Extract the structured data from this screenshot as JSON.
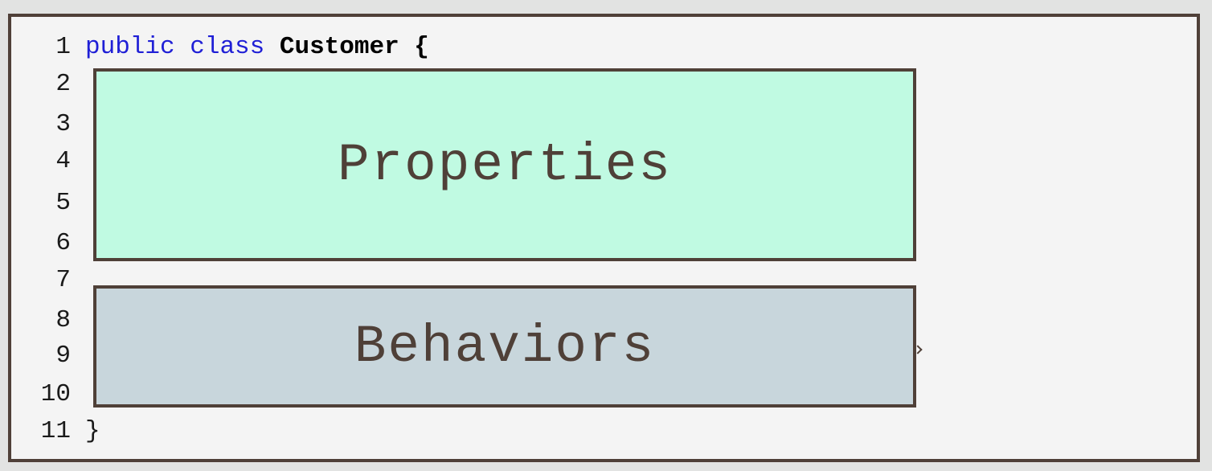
{
  "code": {
    "line_numbers": [
      "1",
      "2",
      "3",
      "4",
      "5",
      "6",
      "7",
      "8",
      "9",
      "10",
      "11"
    ],
    "line1": {
      "keyword1": "public",
      "keyword2": "class",
      "class_name": "Customer",
      "brace": "{"
    },
    "line11": {
      "brace": "}"
    }
  },
  "boxes": {
    "properties": "Properties",
    "behaviors": "Behaviors"
  },
  "colors": {
    "border": "#4f4038",
    "properties_fill": "#c0fae2",
    "behaviors_fill": "#c8d6dc",
    "keyword": "#1f1fd6",
    "background": "#f4f4f4"
  }
}
